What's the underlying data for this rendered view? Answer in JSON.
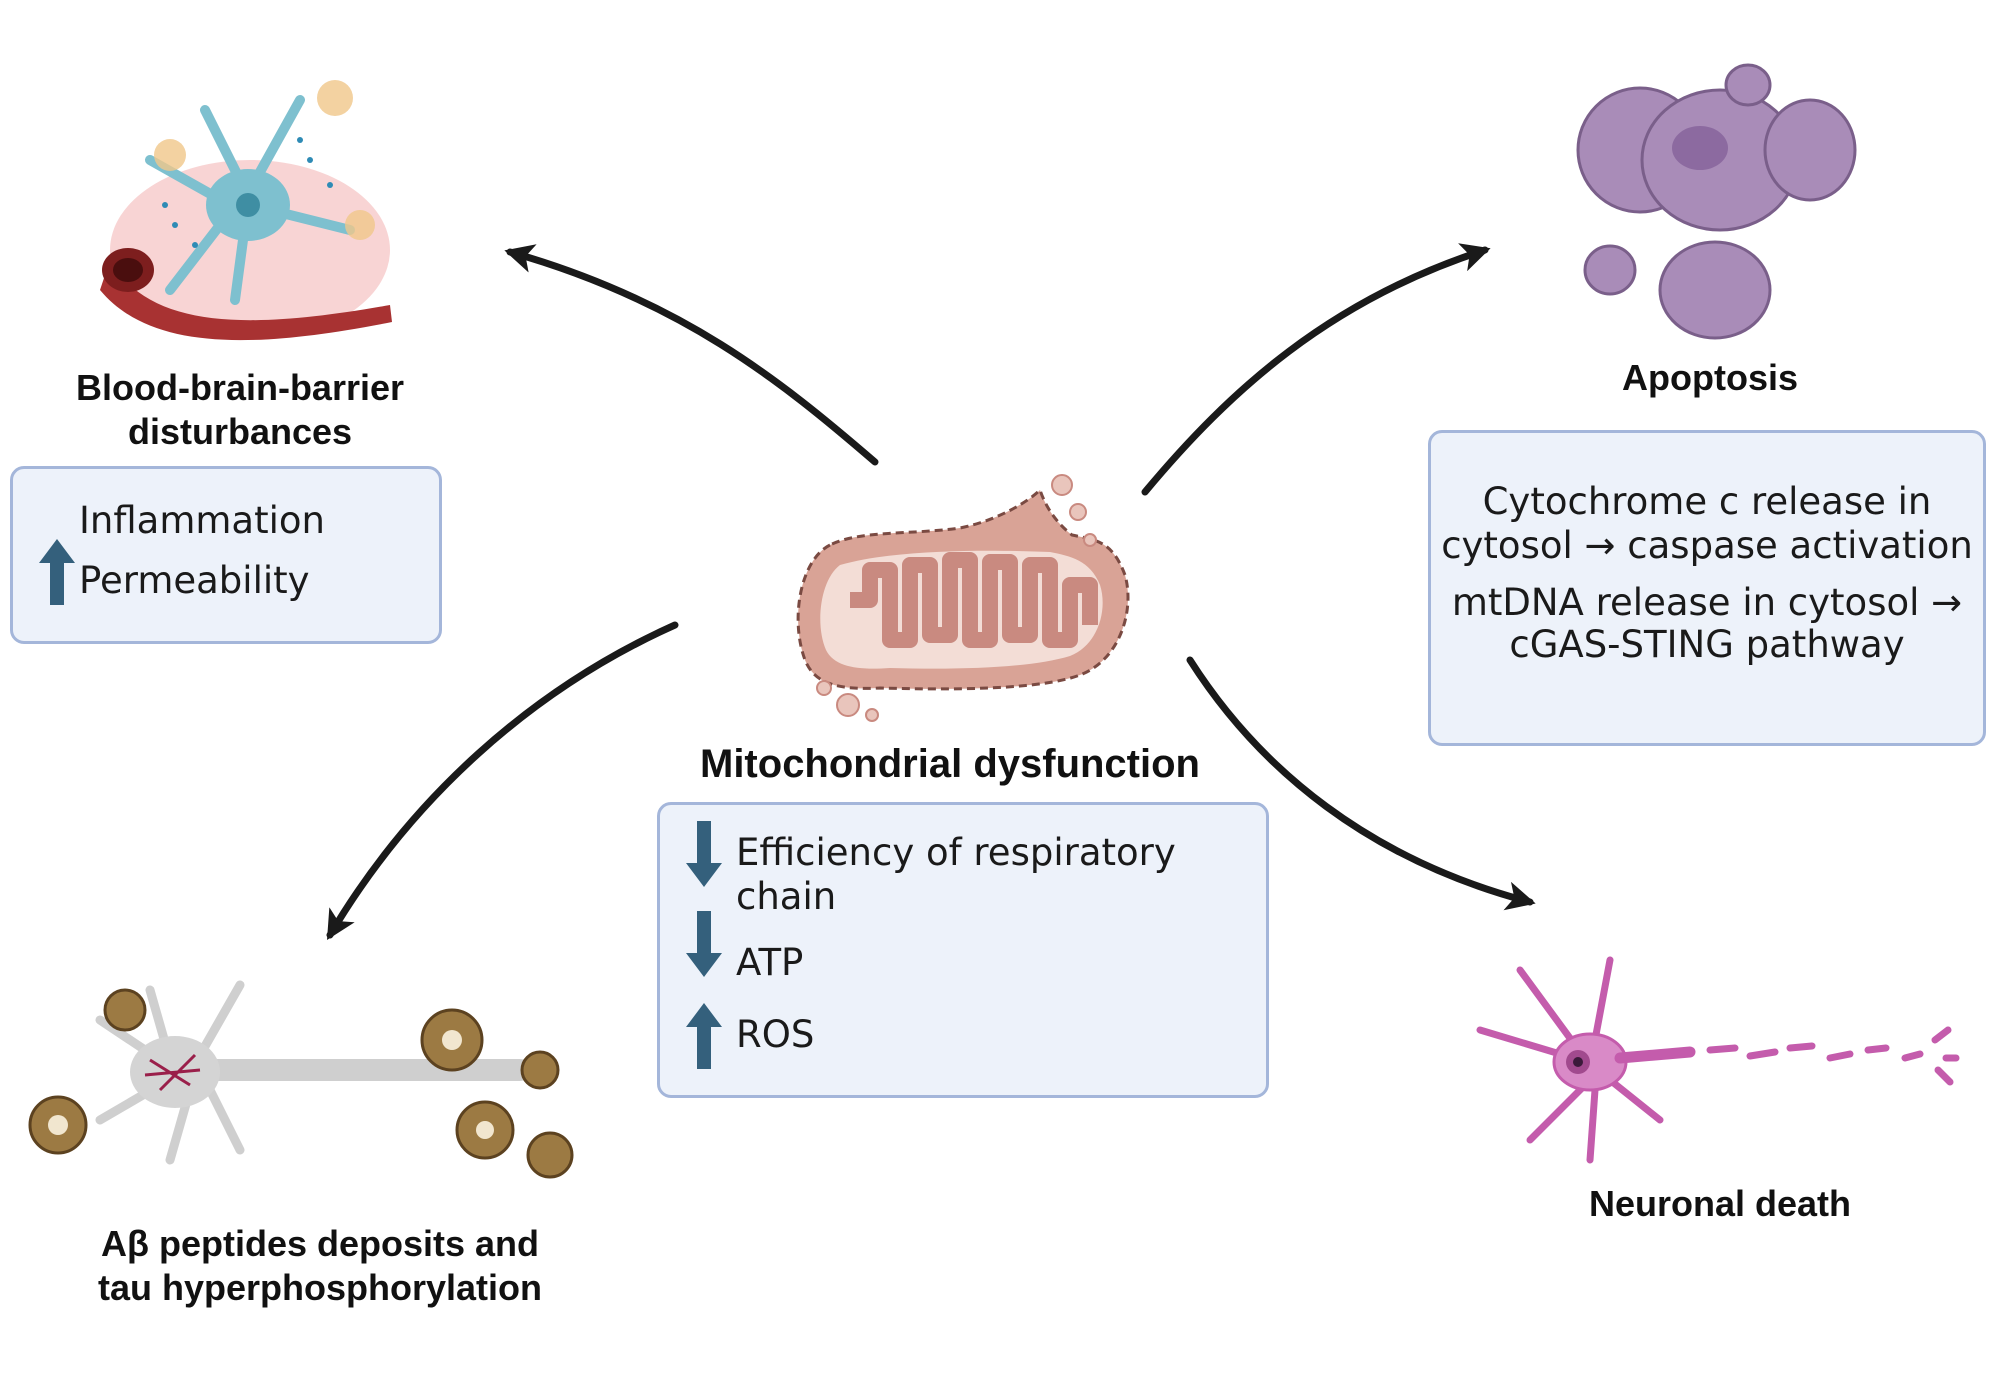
{
  "center": {
    "title": "Mitochondrial dysfunction",
    "items": [
      {
        "direction": "down",
        "text_line1": "Efficiency of  respiratory",
        "text_line2": "chain"
      },
      {
        "direction": "down",
        "text": "ATP"
      },
      {
        "direction": "up",
        "text": "ROS"
      }
    ]
  },
  "bbb": {
    "title_line1": "Blood-brain-barrier",
    "title_line2": "disturbances",
    "items": [
      {
        "direction": "up",
        "text": "Inflammation"
      },
      {
        "direction": "up",
        "text": "Permeability"
      }
    ]
  },
  "apoptosis": {
    "title": "Apoptosis",
    "lines": [
      "Cytochrome c release in",
      "cytosol → caspase activation",
      "mtDNA release in cytosol →",
      "cGAS-STING pathway"
    ]
  },
  "amyloid": {
    "title_line1": "Aβ peptides deposits and",
    "title_line2": "tau hyperphosphorylation"
  },
  "neuronal": {
    "title": "Neuronal death"
  },
  "colors": {
    "box_fill": "#edf2fa",
    "box_border": "#a4b6da",
    "indicator_arrow": "#34607c",
    "flow_arrow": "#1a1a1a",
    "mito": "#c98a80",
    "apoptotic_cell": "#a98cb8",
    "dying_neuron": "#c45cac",
    "plaque": "#8a6a3a"
  },
  "icons": [
    "mitochondrion-icon",
    "neurovascular-unit-icon",
    "apoptotic-cell-icon",
    "plaque-neuron-icon",
    "dying-neuron-icon"
  ]
}
